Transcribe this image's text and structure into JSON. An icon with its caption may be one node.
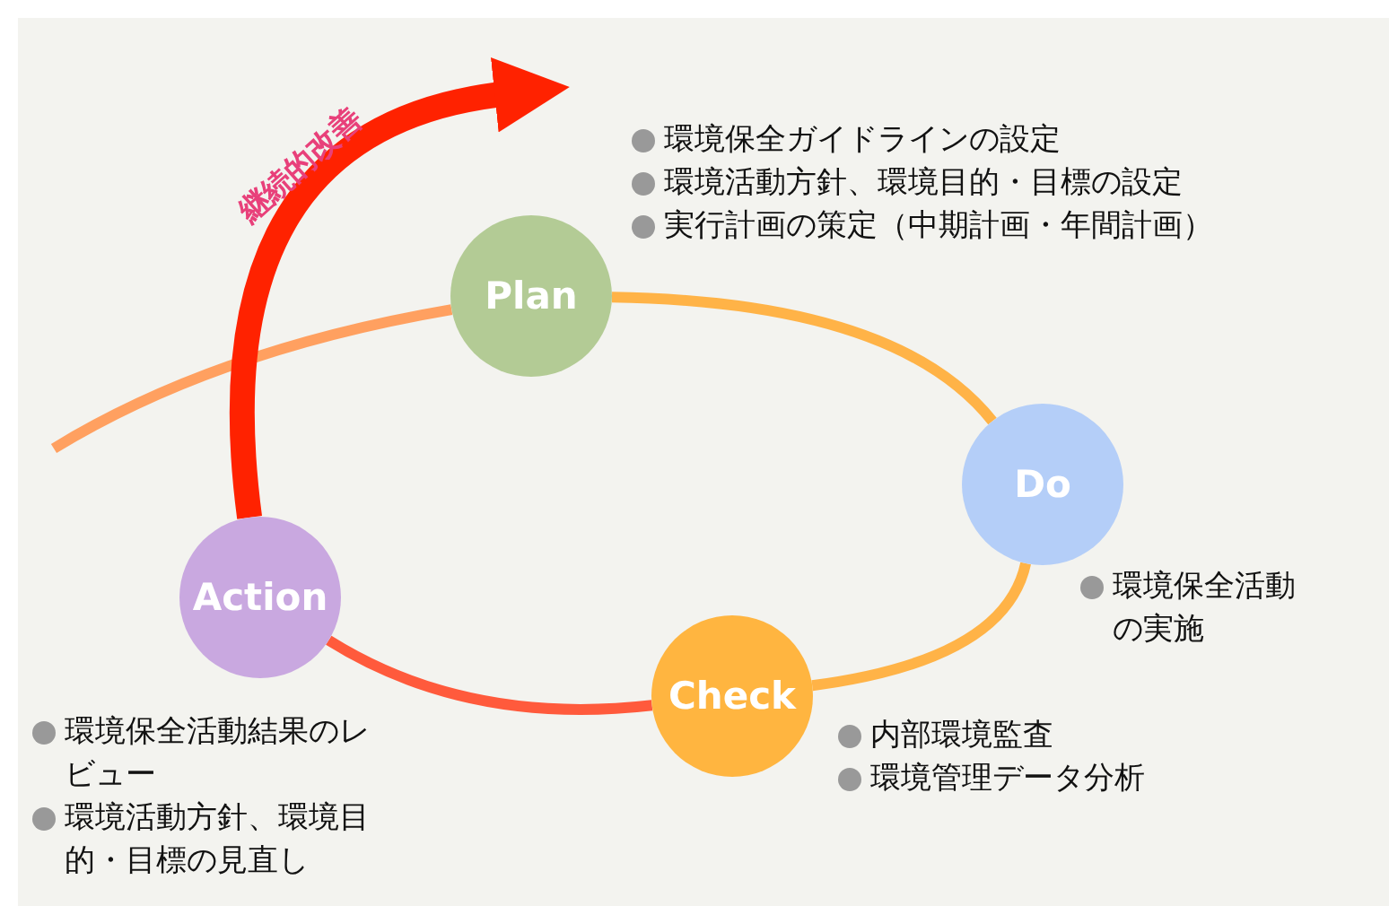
{
  "diagram": {
    "nodes": [
      {
        "text": [
          "Plan"
        ],
        "beside": [
          "環境保全ガイドラインの設定",
          "環境活動方針、環境目的・目標の設定",
          "実行計画の策定（中期計画・年間計画）"
        ]
      },
      {
        "text": [
          "Do"
        ],
        "beside": [
          "環境保全活動の実施"
        ]
      },
      {
        "text": [
          "Check"
        ],
        "beside": [
          "内部環境監査",
          "環境管理データ分析"
        ]
      },
      {
        "text": [
          "Action"
        ],
        "beside": [
          "環境保全活動結果のレビュー",
          "環境活動方針、環境目的・目標の見直し"
        ]
      }
    ],
    "edges": [
      {
        "from": 0,
        "to": 1,
        "arrow": "none",
        "color": "#ffb347"
      },
      {
        "from": 1,
        "to": 2,
        "arrow": "none",
        "color": "#ffb347"
      },
      {
        "from": 2,
        "to": 3,
        "arrow": "none",
        "color": "#ff5a3c"
      },
      {
        "from": null,
        "to": 0,
        "arrow": "none",
        "color": "#ffa060"
      },
      {
        "from": 3,
        "to": null,
        "arrow": "to",
        "style": "thick",
        "color": "#ff2200",
        "label": "継続的改善"
      }
    ]
  }
}
